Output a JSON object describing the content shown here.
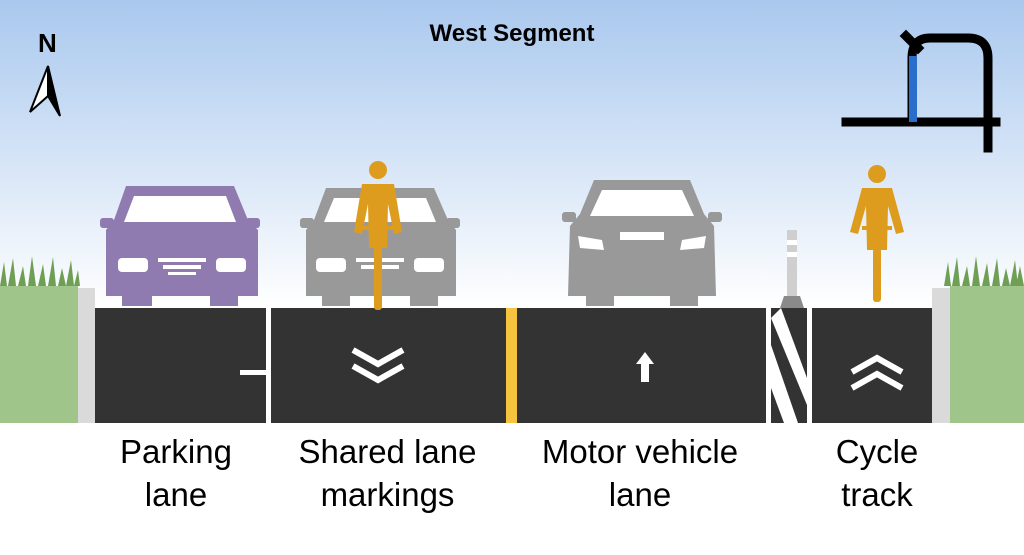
{
  "title": "West Segment",
  "compass": {
    "label": "N",
    "icon": "north-arrow-icon"
  },
  "locator_map": {
    "icon": "segment-locator-icon",
    "highlight_color": "#2a6ecb"
  },
  "colors": {
    "sky_top": "#a9c8ee",
    "sky_bottom": "#ffffff",
    "grass": "#9fc58b",
    "curb": "#dadada",
    "asphalt": "#333333",
    "lane_marking": "#ffffff",
    "center_line": "#f5c540",
    "parked_car": "#8f7bb0",
    "moving_car": "#999999",
    "cyclist": "#de9c1e"
  },
  "lanes": [
    {
      "id": "parking",
      "lines": [
        "Parking",
        "lane"
      ],
      "icon": "parked-car-icon"
    },
    {
      "id": "shared",
      "lines": [
        "Shared lane",
        "markings"
      ],
      "icon": "sharrow-chevron-icon"
    },
    {
      "id": "motor",
      "lines": [
        "Motor vehicle",
        "lane"
      ],
      "icon": "straight-arrow-icon"
    },
    {
      "id": "cycle",
      "lines": [
        "Cycle",
        "track"
      ],
      "icon": "bike-chevron-icon"
    }
  ]
}
